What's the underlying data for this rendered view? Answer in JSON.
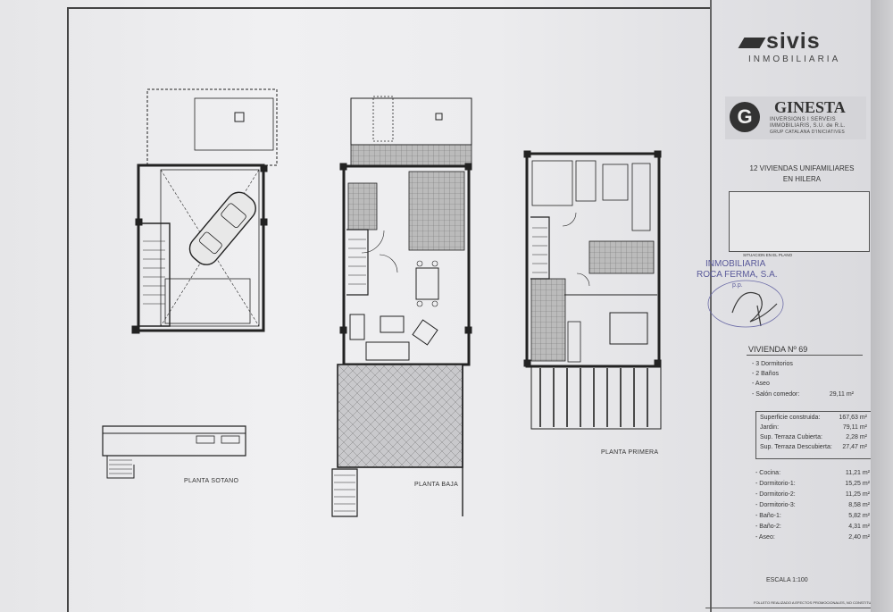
{
  "plans": {
    "sotano_label": "PLANTA SOTANO",
    "baja_label": "PLANTA BAJA",
    "primera_label": "PLANTA PRIMERA"
  },
  "branding": {
    "sivis_name": "sivis",
    "sivis_sub": "INMOBILIARIA",
    "ginesta_mark": "G",
    "ginesta_name": "GINESTA",
    "ginesta_line1": "INVERSIONS I SERVEIS",
    "ginesta_line2": "IMMOBILIARIS, S.U. de R.L.",
    "ginesta_line3": "GRUP CATALANA D'INICIATIVES"
  },
  "project": {
    "title_line1": "12 VIVIENDAS UNIFAMILIARES",
    "title_line2": "EN HILERA",
    "situation_label": "SITUACION EN EL PLANO"
  },
  "stamp": {
    "line1": "INMOBILIARIA",
    "line2": "ROCA FERMA, S.A.",
    "pp": "p.p."
  },
  "vivienda": {
    "title": "VIVIENDA Nº 69",
    "features": [
      "- 3 Dormitorios",
      "- 2 Baños",
      "- Aseo"
    ],
    "salon_label": "- Salón comedor:",
    "salon_value": "29,11 m²"
  },
  "superficies": [
    {
      "label": "Superficie construida:",
      "value": "167,63 m²"
    },
    {
      "label": "Jardin:",
      "value": "79,11 m²"
    },
    {
      "label": "Sup. Terraza Cubierta:",
      "value": "2,28 m²"
    },
    {
      "label": "Sup. Terraza Descubierta:",
      "value": "27,47 m²"
    }
  ],
  "rooms": [
    {
      "label": "- Cocina:",
      "value": "11,21 m²"
    },
    {
      "label": "- Dormitorio-1:",
      "value": "15,25 m²"
    },
    {
      "label": "- Dormitorio-2:",
      "value": "11,25 m²"
    },
    {
      "label": "- Dormitorio-3:",
      "value": "8,58 m²"
    },
    {
      "label": "- Baño-1:",
      "value": "5,82 m²"
    },
    {
      "label": "- Baño-2:",
      "value": "4,31 m²"
    },
    {
      "label": "- Aseo:",
      "value": "2,40 m²"
    }
  ],
  "escala": "ESCALA 1:100",
  "footer": "FOLLETO REALIZADO A EFECTOS PROMOCIONALES, NO CONSTITUYE DOCUM"
}
